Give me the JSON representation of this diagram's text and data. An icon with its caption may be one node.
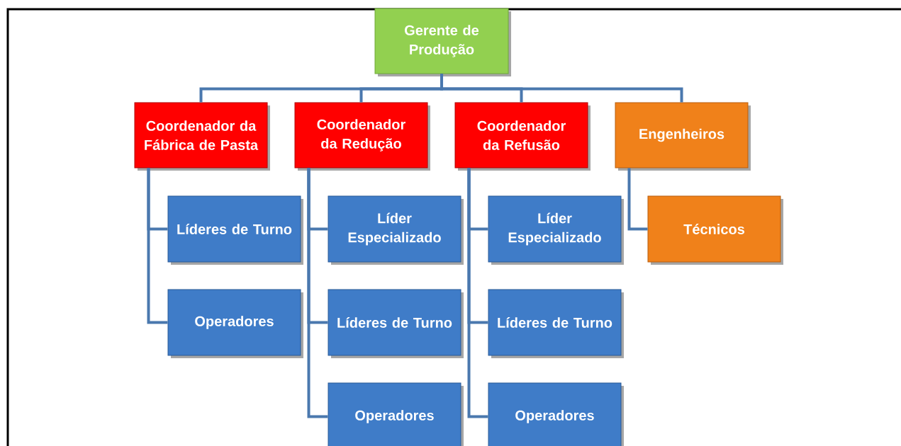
{
  "diagram": {
    "nodes": [
      {
        "text": [
          "Gerente de Produção"
        ]
      },
      {
        "text": [
          "Coordenador da Fábrica de Pasta"
        ]
      },
      {
        "text": [
          "Coordenador da Redução"
        ]
      },
      {
        "text": [
          "Coordenador da Refusão"
        ]
      },
      {
        "text": [
          "Engenheiros"
        ]
      },
      {
        "text": [
          "Líderes de Turno"
        ]
      },
      {
        "text": [
          "Operadores"
        ]
      },
      {
        "text": [
          "Líder Especializado"
        ]
      },
      {
        "text": [
          "Líderes de Turno"
        ]
      },
      {
        "text": [
          "Operadores"
        ]
      },
      {
        "text": [
          "Líder Especializado"
        ]
      },
      {
        "text": [
          "Líderes de Turno"
        ]
      },
      {
        "text": [
          "Operadores"
        ]
      },
      {
        "text": [
          "Técnicos"
        ]
      }
    ],
    "edges": [
      {
        "from": 0,
        "to": 1,
        "arrow": "none"
      },
      {
        "from": 0,
        "to": 2,
        "arrow": "none"
      },
      {
        "from": 0,
        "to": 3,
        "arrow": "none"
      },
      {
        "from": 0,
        "to": 4,
        "arrow": "none"
      },
      {
        "from": 1,
        "to": 5,
        "arrow": "none"
      },
      {
        "from": 1,
        "to": 6,
        "arrow": "none"
      },
      {
        "from": 2,
        "to": 7,
        "arrow": "none"
      },
      {
        "from": 2,
        "to": 8,
        "arrow": "none"
      },
      {
        "from": 2,
        "to": 9,
        "arrow": "none"
      },
      {
        "from": 3,
        "to": 10,
        "arrow": "none"
      },
      {
        "from": 3,
        "to": 11,
        "arrow": "none"
      },
      {
        "from": 3,
        "to": 12,
        "arrow": "none"
      },
      {
        "from": 4,
        "to": 13,
        "arrow": "none"
      }
    ]
  }
}
